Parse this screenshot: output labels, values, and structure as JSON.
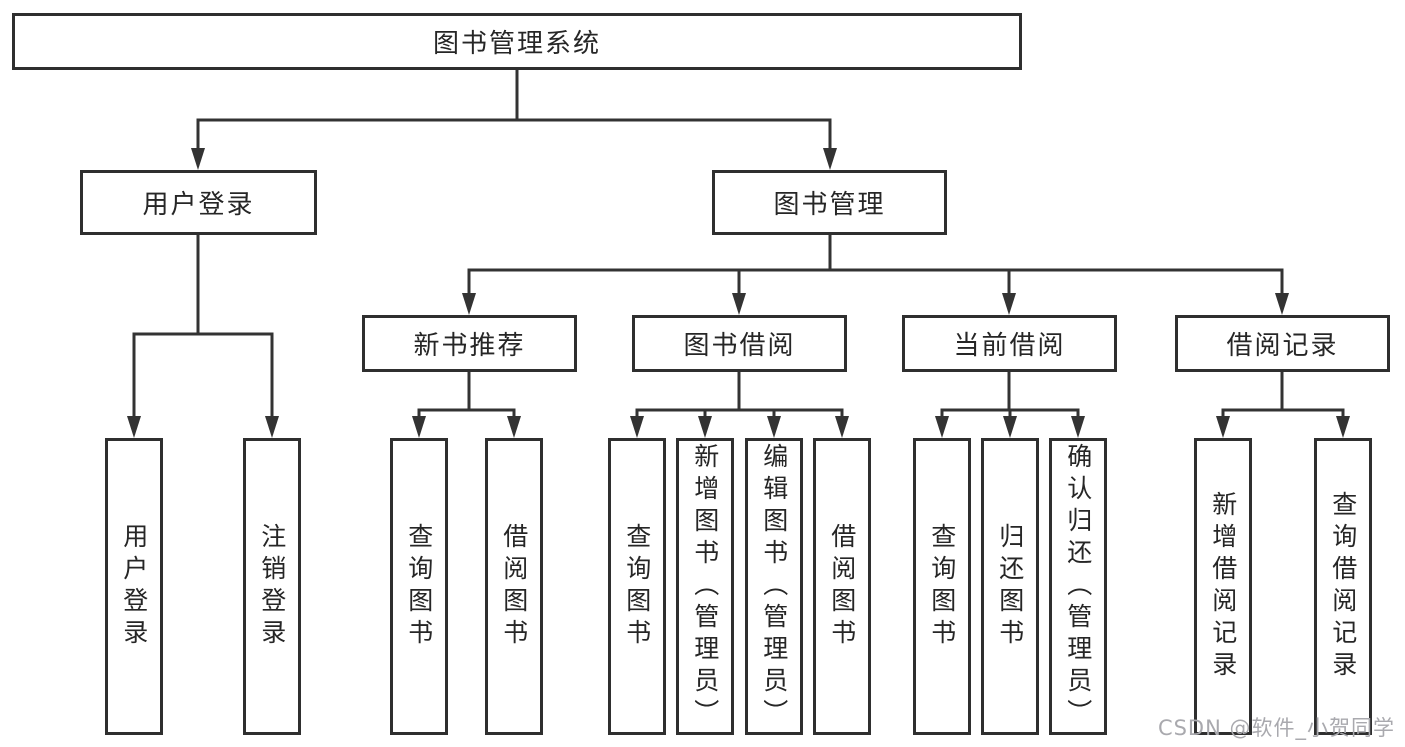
{
  "diagram_title": "图书管理系统",
  "nodes": {
    "root": "图书管理系统",
    "user_login": "用户登录",
    "book_mgmt": "图书管理",
    "new_book_rec": "新书推荐",
    "book_borrow": "图书借阅",
    "current_borrow": "当前借阅",
    "borrow_records": "借阅记录",
    "leaf_user_login": "用户登录",
    "leaf_logout": "注销登录",
    "leaf_query_book_a": "查询图书",
    "leaf_borrow_book_a": "借阅图书",
    "leaf_query_book_b": "查询图书",
    "leaf_add_book": "新增图书（管理员）",
    "leaf_edit_book": "编辑图书（管理员）",
    "leaf_borrow_book_b": "借阅图书",
    "leaf_query_book_c": "查询图书",
    "leaf_return_book": "归还图书",
    "leaf_confirm_return": "确认归还（管理员）",
    "leaf_add_record": "新增借阅记录",
    "leaf_query_record": "查询借阅记录"
  },
  "hierarchy": {
    "图书管理系统": [
      "用户登录",
      "图书管理"
    ],
    "用户登录": [
      "用户登录",
      "注销登录"
    ],
    "图书管理": [
      "新书推荐",
      "图书借阅",
      "当前借阅",
      "借阅记录"
    ],
    "新书推荐": [
      "查询图书",
      "借阅图书"
    ],
    "图书借阅": [
      "查询图书",
      "新增图书（管理员）",
      "编辑图书（管理员）",
      "借阅图书"
    ],
    "当前借阅": [
      "查询图书",
      "归还图书",
      "确认归还（管理员）"
    ],
    "借阅记录": [
      "新增借阅记录",
      "查询借阅记录"
    ]
  },
  "watermark": "CSDN @软件_小贺同学",
  "colors": {
    "line": "#333333",
    "border": "#2f2f2f",
    "text": "#262626",
    "watermark": "#a9a9ae",
    "background": "#ffffff"
  }
}
